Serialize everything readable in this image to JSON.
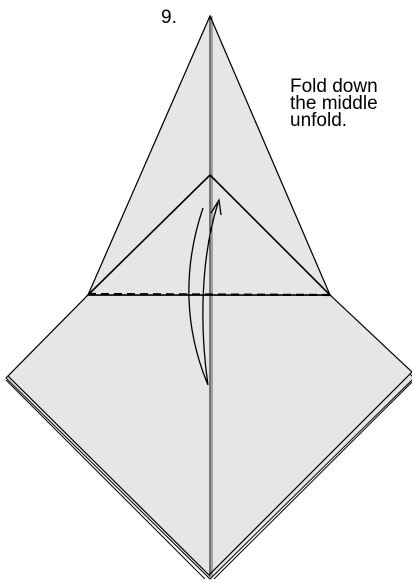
{
  "step": {
    "number": "9."
  },
  "instruction": {
    "lines": [
      "Fold down",
      " the middle",
      "unfold."
    ]
  },
  "colors": {
    "paper": "#e6e6e6",
    "line": "#000000",
    "background": "#ffffff"
  }
}
